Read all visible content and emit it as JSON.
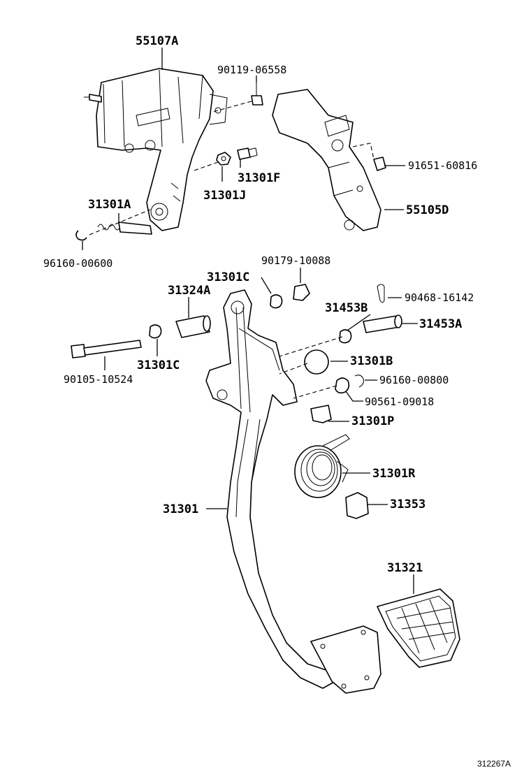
{
  "diagram": {
    "parts": [
      {
        "id": "p55107A",
        "label": "55107A"
      },
      {
        "id": "p90119",
        "label": "90119-06558"
      },
      {
        "id": "p91651",
        "label": "91651-60816"
      },
      {
        "id": "p31301F",
        "label": "31301F"
      },
      {
        "id": "p31301J",
        "label": "31301J"
      },
      {
        "id": "p31301A",
        "label": "31301A"
      },
      {
        "id": "p55105D",
        "label": "55105D"
      },
      {
        "id": "p96160_600",
        "label": "96160-00600"
      },
      {
        "id": "p90179",
        "label": "90179-10088"
      },
      {
        "id": "p31301C_top",
        "label": "31301C"
      },
      {
        "id": "p31324A",
        "label": "31324A"
      },
      {
        "id": "p90468",
        "label": "90468-16142"
      },
      {
        "id": "p31453B",
        "label": "31453B"
      },
      {
        "id": "p31453A",
        "label": "31453A"
      },
      {
        "id": "p31301B",
        "label": "31301B"
      },
      {
        "id": "p90105",
        "label": "90105-10524"
      },
      {
        "id": "p31301C_bot",
        "label": "31301C"
      },
      {
        "id": "p96160_800",
        "label": "96160-00800"
      },
      {
        "id": "p90561",
        "label": "90561-09018"
      },
      {
        "id": "p31301P",
        "label": "31301P"
      },
      {
        "id": "p31301R",
        "label": "31301R"
      },
      {
        "id": "p31301",
        "label": "31301"
      },
      {
        "id": "p31353",
        "label": "31353"
      },
      {
        "id": "p31321",
        "label": "31321"
      }
    ],
    "diagram_code": "312267A"
  }
}
